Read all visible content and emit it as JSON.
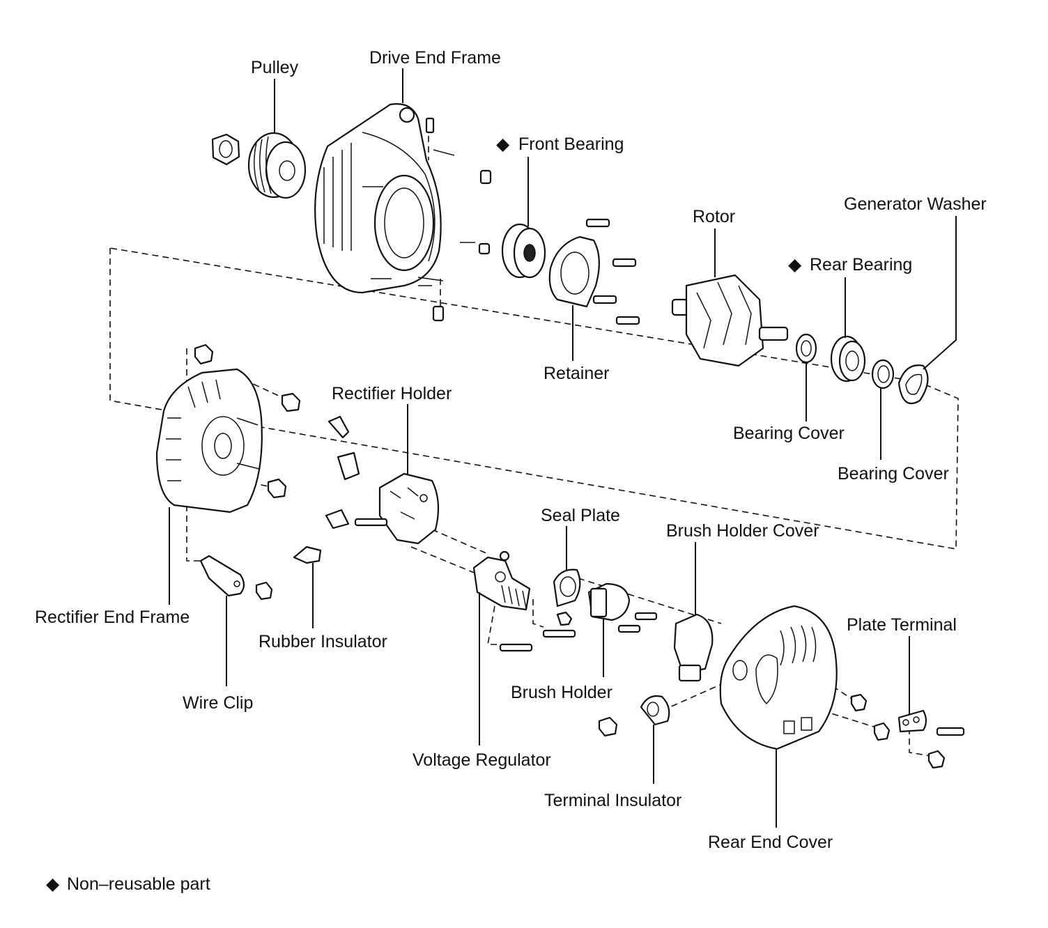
{
  "parts": {
    "pulley": "Pulley",
    "drive_end_frame": "Drive End Frame",
    "front_bearing": "Front Bearing",
    "generator_washer": "Generator Washer",
    "rotor": "Rotor",
    "rear_bearing": "Rear Bearing",
    "retainer": "Retainer",
    "rectifier_holder": "Rectifier Holder",
    "bearing_cover_1": "Bearing Cover",
    "bearing_cover_2": "Bearing Cover",
    "seal_plate": "Seal Plate",
    "brush_holder_cover": "Brush Holder Cover",
    "rectifier_end_frame": "Rectifier End Frame",
    "rubber_insulator": "Rubber Insulator",
    "plate_terminal": "Plate Terminal",
    "brush_holder": "Brush Holder",
    "wire_clip": "Wire Clip",
    "voltage_regulator": "Voltage Regulator",
    "terminal_insulator": "Terminal Insulator",
    "rear_end_cover": "Rear End Cover"
  },
  "legend": {
    "symbol": "◆",
    "text": "Non–reusable part"
  },
  "colors": {
    "ink": "#111111",
    "background": "#ffffff"
  }
}
